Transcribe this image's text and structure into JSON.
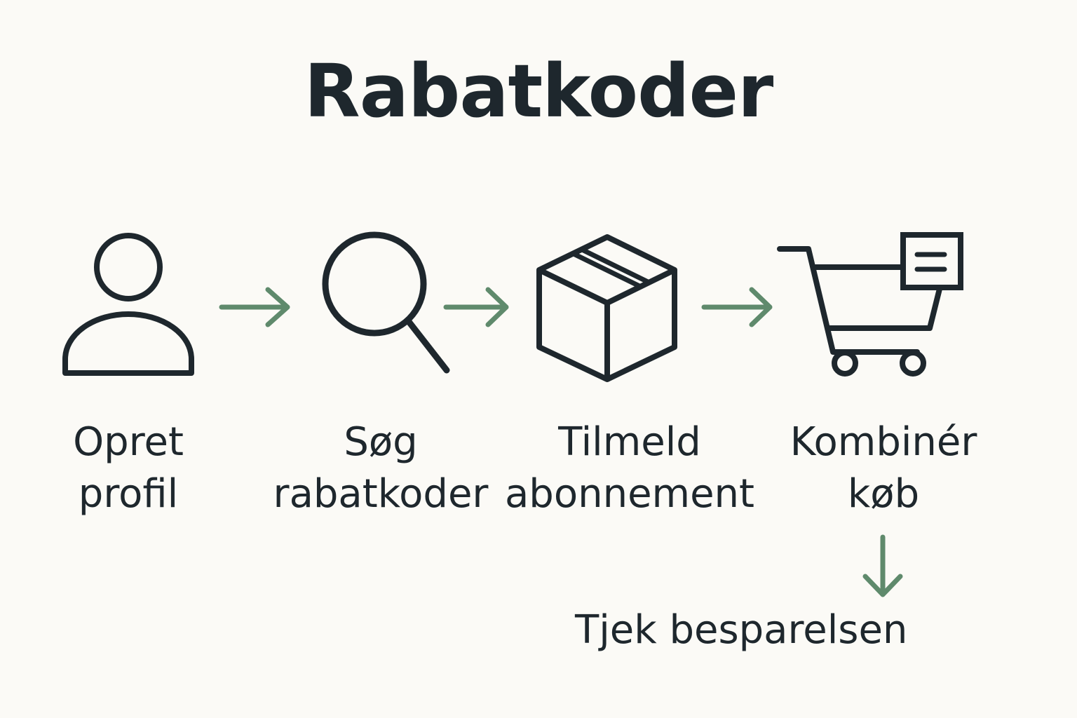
{
  "title": "Rabatkoder",
  "colors": {
    "background": "#fbfaf6",
    "ink": "#1e272d",
    "arrow": "#5f8a6c"
  },
  "steps": [
    {
      "icon": "user-icon",
      "line1": "Opret",
      "line2": "profil"
    },
    {
      "icon": "search-icon",
      "line1": "Søg",
      "line2": "rabatkoder"
    },
    {
      "icon": "box-icon",
      "line1": "Tilmeld",
      "line2": "abonnement"
    },
    {
      "icon": "shopping-cart-icon",
      "line1": "Kombinér",
      "line2": "køb"
    }
  ],
  "final_step": {
    "label": "Tjek besparelsen"
  }
}
